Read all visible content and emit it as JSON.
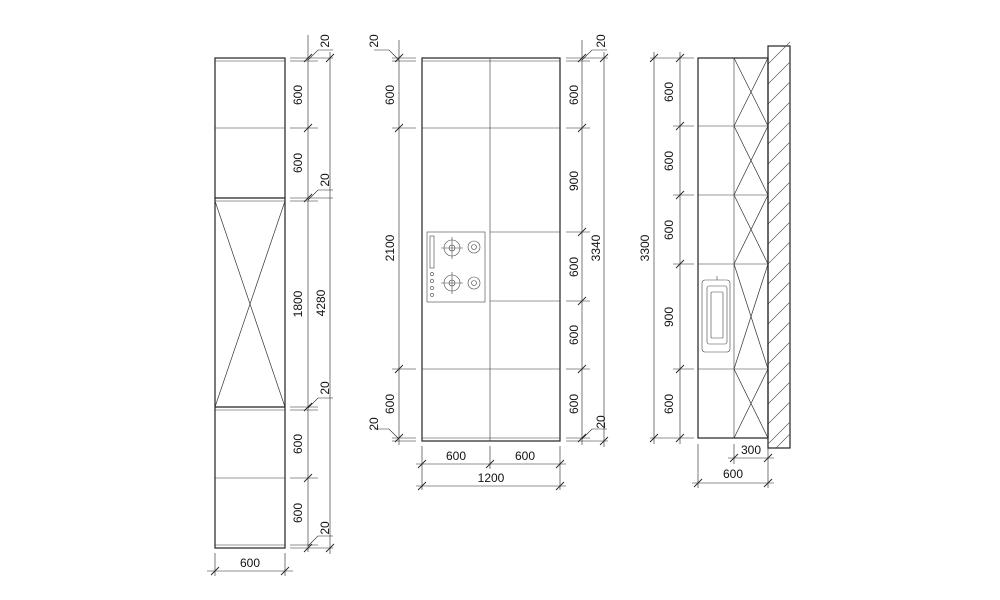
{
  "drawing": {
    "left_elevation": {
      "width_dim": "600",
      "height_dims": [
        "600",
        "600",
        "1800",
        "600",
        "600"
      ],
      "gap_dims": [
        "20",
        "20",
        "20",
        "20"
      ],
      "total_dim": "4280"
    },
    "center_elevation": {
      "width_dims": [
        "600",
        "600"
      ],
      "total_width_dim": "1200",
      "left_height_dims": [
        "600",
        "2100",
        "600"
      ],
      "right_height_dims": [
        "600",
        "900",
        "600",
        "600",
        "600"
      ],
      "gap_dims": [
        "20",
        "20",
        "20",
        "20"
      ],
      "total_dim": "3340"
    },
    "section": {
      "height_dims": [
        "600",
        "600",
        "600",
        "900",
        "600"
      ],
      "total_dim": "3300",
      "depth_dim": "300",
      "width_dim": "600"
    }
  }
}
